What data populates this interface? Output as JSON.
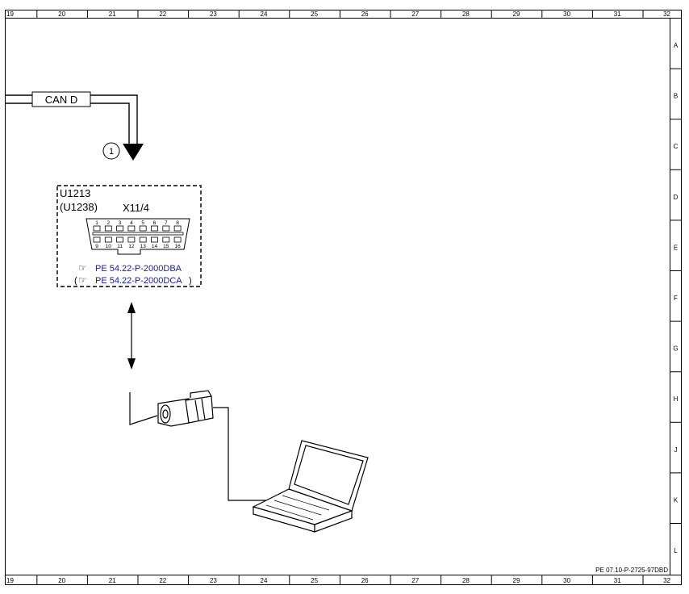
{
  "frame": {
    "columns": [
      "19",
      "20",
      "21",
      "22",
      "23",
      "24",
      "25",
      "26",
      "27",
      "28",
      "29",
      "30",
      "31",
      "32"
    ],
    "rows": [
      "A",
      "B",
      "C",
      "D",
      "E",
      "F",
      "G",
      "H",
      "J",
      "K",
      "L"
    ]
  },
  "bus": {
    "label": "CAN D"
  },
  "callout": {
    "number": "1"
  },
  "connector": {
    "id": "U1213",
    "alt_id": "(U1238)",
    "name": "X11/4",
    "pins_top": [
      "1",
      "2",
      "3",
      "4",
      "5",
      "6",
      "7",
      "8"
    ],
    "pins_bottom": [
      "9",
      "10",
      "11",
      "12",
      "13",
      "14",
      "15",
      "16"
    ],
    "refs": [
      {
        "text": "PE 54.22-P-2000DBA",
        "prefix": "",
        "suffix": ""
      },
      {
        "text": "PE 54.22-P-2000DCA",
        "prefix": "(",
        "suffix": ")"
      }
    ],
    "ref_icon": "pointing-hand-icon"
  },
  "doc_ref": "PE 07.10-P-2725-97DBD",
  "colors": {
    "line": "#000000",
    "link": "#1a1aa8",
    "background": "#ffffff"
  }
}
